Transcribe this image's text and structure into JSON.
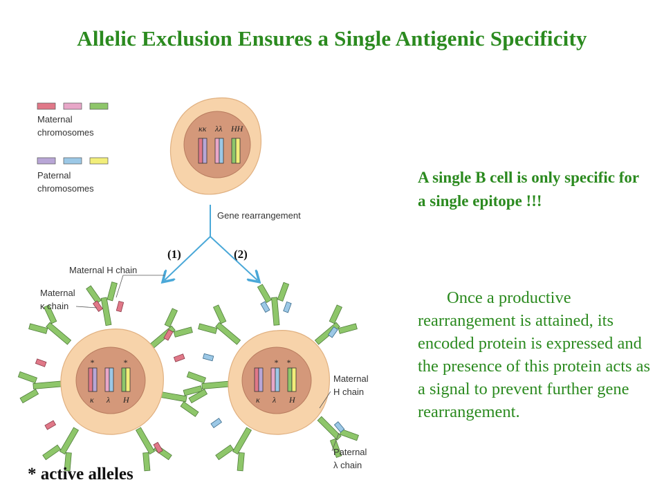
{
  "title": "Allelic Exclusion Ensures a Single Antigenic Specificity",
  "legend": {
    "maternal": "Maternal chromosomes",
    "maternal_line1": "Maternal",
    "maternal_line2": "chromosomes",
    "paternal": "Paternal chromosomes",
    "paternal_line1": "Paternal",
    "paternal_line2": "chromosomes"
  },
  "colors": {
    "kappa_maternal": "#e07888",
    "lambda_maternal": "#e8a7c8",
    "heavy_maternal": "#8ec66a",
    "kappa_paternal": "#b8a6d6",
    "lambda_paternal": "#9cc8e6",
    "heavy_paternal": "#f2ee7a",
    "text_green": "#2b8a1f",
    "arrow_blue": "#4aa8d8",
    "cell_outer": "#f7d3aa",
    "cell_nucleus": "#d4987a"
  },
  "diagram": {
    "top_cell_genes": [
      "κκ",
      "λλ",
      "HH"
    ],
    "bottom_cell_genes": [
      "κ",
      "λ",
      "H"
    ],
    "active_marker": "*",
    "gene_rearrangement_label": "Gene rearrangement",
    "path_1": "(1)",
    "path_2": "(2)",
    "label_maternal_h_chain_left": "Maternal H chain",
    "label_maternal_kappa_line1": "Maternal",
    "label_maternal_kappa_line2": "κ chain",
    "label_maternal_h_right_line1": "Maternal",
    "label_maternal_h_right_line2": "H chain",
    "label_paternal_lambda_line1": "Paternal",
    "label_paternal_lambda_line2": "λ chain"
  },
  "highlight_text": "A single B cell is only specific for a single epitope !!!",
  "explanation_text": "Once a productive rearrangement is attained, its encoded protein is expressed and the presence of this protein acts as a signal to prevent further gene rearrangement.",
  "footnote": "* active alleles"
}
